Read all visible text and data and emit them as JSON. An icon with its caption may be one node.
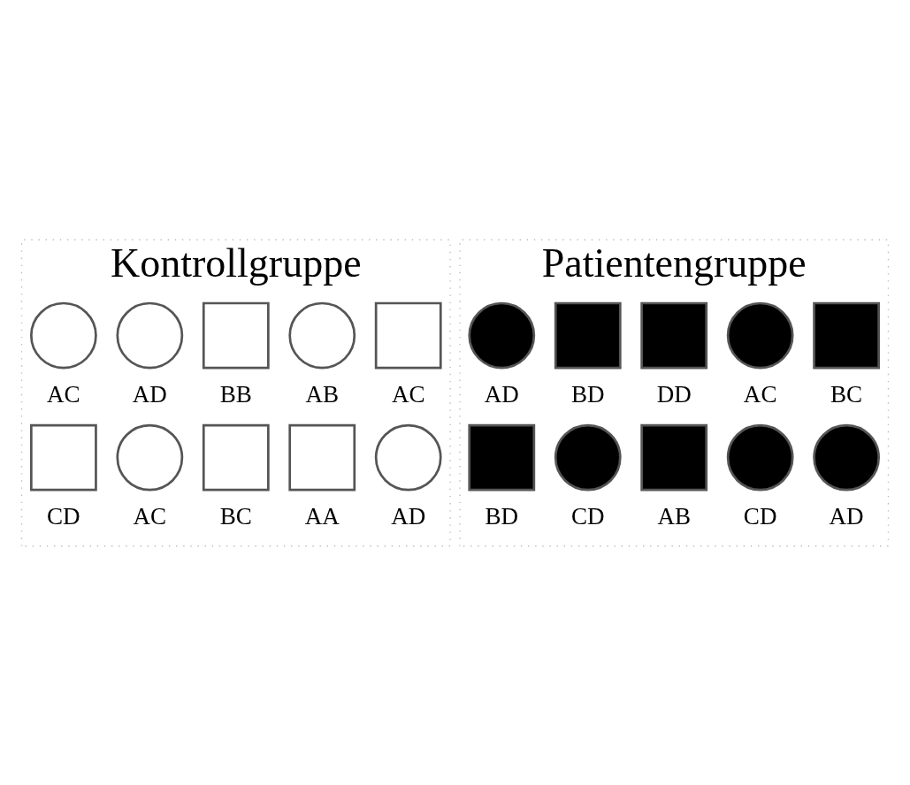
{
  "diagram": {
    "nodes": [
      {
        "text": [
          "Kontrollgruppe"
        ]
      },
      {
        "text": [],
        "shape": "circle",
        "beside": [
          "AC"
        ],
        "in": 0
      },
      {
        "text": [],
        "shape": "circle",
        "beside": [
          "AD"
        ],
        "in": 0
      },
      {
        "text": [],
        "shape": "box",
        "beside": [
          "BB"
        ],
        "in": 0
      },
      {
        "text": [],
        "shape": "circle",
        "beside": [
          "AB"
        ],
        "in": 0
      },
      {
        "text": [],
        "shape": "box",
        "beside": [
          "AC"
        ],
        "in": 0
      },
      {
        "text": [],
        "shape": "box",
        "beside": [
          "CD"
        ],
        "in": 0
      },
      {
        "text": [],
        "shape": "circle",
        "beside": [
          "AC"
        ],
        "in": 0
      },
      {
        "text": [],
        "shape": "box",
        "beside": [
          "BC"
        ],
        "in": 0
      },
      {
        "text": [],
        "shape": "box",
        "beside": [
          "AA"
        ],
        "in": 0
      },
      {
        "text": [],
        "shape": "circle",
        "beside": [
          "AD"
        ],
        "in": 0
      },
      {
        "text": [
          "Patientengruppe"
        ]
      },
      {
        "text": [],
        "shape": "circle",
        "beside": [
          "AD"
        ],
        "in": 11
      },
      {
        "text": [],
        "shape": "box",
        "beside": [
          "BD"
        ],
        "in": 11
      },
      {
        "text": [],
        "shape": "box",
        "beside": [
          "DD"
        ],
        "in": 11
      },
      {
        "text": [],
        "shape": "circle",
        "beside": [
          "AC"
        ],
        "in": 11
      },
      {
        "text": [],
        "shape": "box",
        "beside": [
          "BC"
        ],
        "in": 11
      },
      {
        "text": [],
        "shape": "box",
        "beside": [
          "BD"
        ],
        "in": 11
      },
      {
        "text": [],
        "shape": "circle",
        "beside": [
          "CD"
        ],
        "in": 11
      },
      {
        "text": [],
        "shape": "box",
        "beside": [
          "AB"
        ],
        "in": 11
      },
      {
        "text": [],
        "shape": "circle",
        "beside": [
          "CD"
        ],
        "in": 11
      },
      {
        "text": [],
        "shape": "circle",
        "beside": [
          "AD"
        ],
        "in": 11
      }
    ],
    "edges": []
  }
}
